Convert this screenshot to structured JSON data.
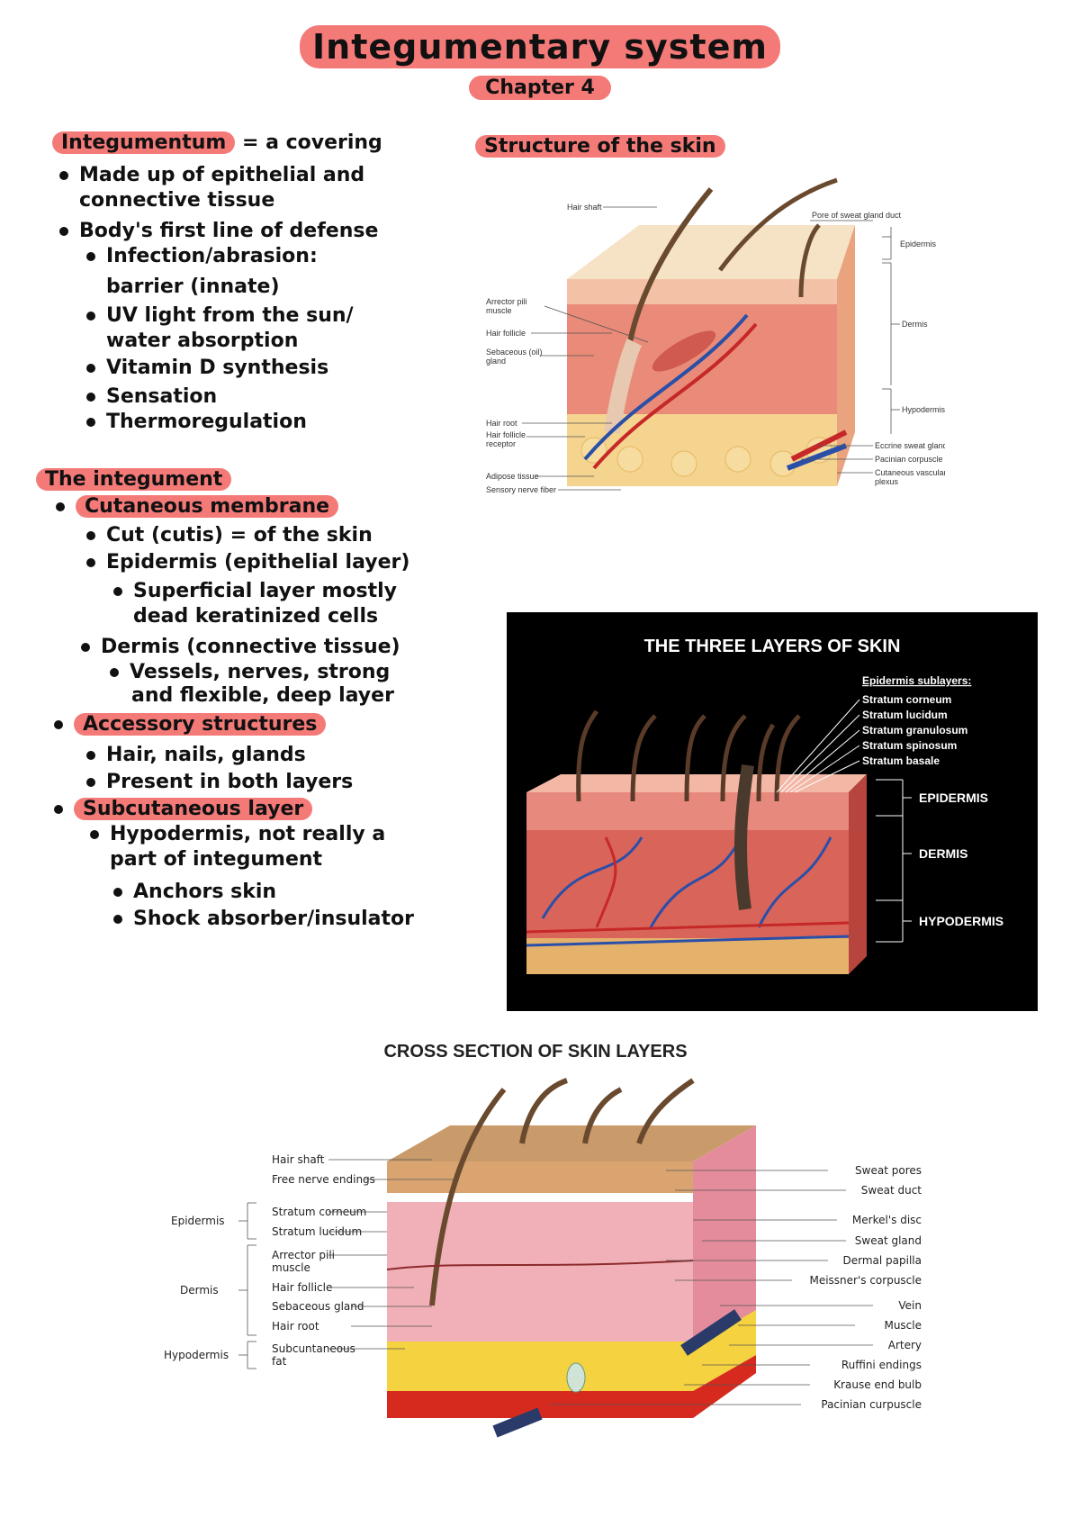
{
  "header": {
    "title": "Integumentary system",
    "subtitle": "Chapter 4"
  },
  "notes_left": {
    "integumentum": {
      "term": "Integumentum",
      "definition": "= a covering"
    },
    "bullets1": [
      "Made up of epithelial and",
      "connective tissue",
      "Body's first line of defense",
      "Infection/abrasion:",
      "barrier (innate)",
      "UV light from the sun/",
      "water absorption",
      "Vitamin D synthesis",
      "Sensation",
      "Thermoregulation"
    ],
    "integument_heading": "The integument",
    "cutaneous": "Cutaneous membrane",
    "cut_items": [
      "Cut (cutis) = of the skin",
      "Epidermis (epithelial layer)",
      "Superficial layer mostly",
      "dead keratinized cells",
      "Dermis (connective tissue)",
      "Vessels, nerves, strong",
      "and flexible, deep layer"
    ],
    "accessory": "Accessory structures",
    "accessory_items": [
      "Hair, nails, glands",
      "Present in both layers"
    ],
    "subcutaneous": "Subcutaneous layer",
    "sub_items": [
      "Hypodermis, not really a",
      "part of integument",
      "Anchors skin",
      "Shock absorber/insulator"
    ]
  },
  "figure1": {
    "heading": "Structure of the skin",
    "labels_left": [
      "Hair shaft",
      "Arrector pili",
      "muscle",
      "Hair follicle",
      "Sebaceous (oil)",
      "gland",
      "Hair root",
      "Hair follicle",
      "receptor",
      "Adipose tissue",
      "Sensory nerve fiber"
    ],
    "labels_right": [
      "Pore of sweat gland duct",
      "Epidermis",
      "Dermis",
      "Hypodermis",
      "Eccrine sweat gland",
      "Pacinian corpuscle",
      "Cutaneous vascular",
      "plexus"
    ]
  },
  "figure2": {
    "title": "THE THREE LAYERS OF SKIN",
    "sub_heading": "Epidermis sublayers:",
    "sublayers": [
      "Stratum corneum",
      "Stratum lucidum",
      "Stratum granulosum",
      "Stratum spinosum",
      "Stratum basale"
    ],
    "layers": [
      "EPIDERMIS",
      "DERMIS",
      "HYPODERMIS"
    ]
  },
  "figure3": {
    "title": "CROSS SECTION OF SKIN LAYERS",
    "groups": [
      "Epidermis",
      "Dermis",
      "Hypodermis"
    ],
    "labels_left": [
      "Hair shaft",
      "Free nerve endings",
      "Stratum corneum",
      "Stratum lucidum",
      "Arrector pili",
      "muscle",
      "Hair follicle",
      "Sebaceous gland",
      "Hair root",
      "Subcuntaneous",
      "fat"
    ],
    "labels_right": [
      "Sweat pores",
      "Sweat duct",
      "Merkel's disc",
      "Sweat gland",
      "Dermal papilla",
      "Meissner's corpuscle",
      "Vein",
      "Muscle",
      "Artery",
      "Ruffini endings",
      "Krause end bulb",
      "Pacinian curpuscle"
    ]
  },
  "colors": {
    "highlight": "#f47a78",
    "black_panel": "#000000"
  }
}
